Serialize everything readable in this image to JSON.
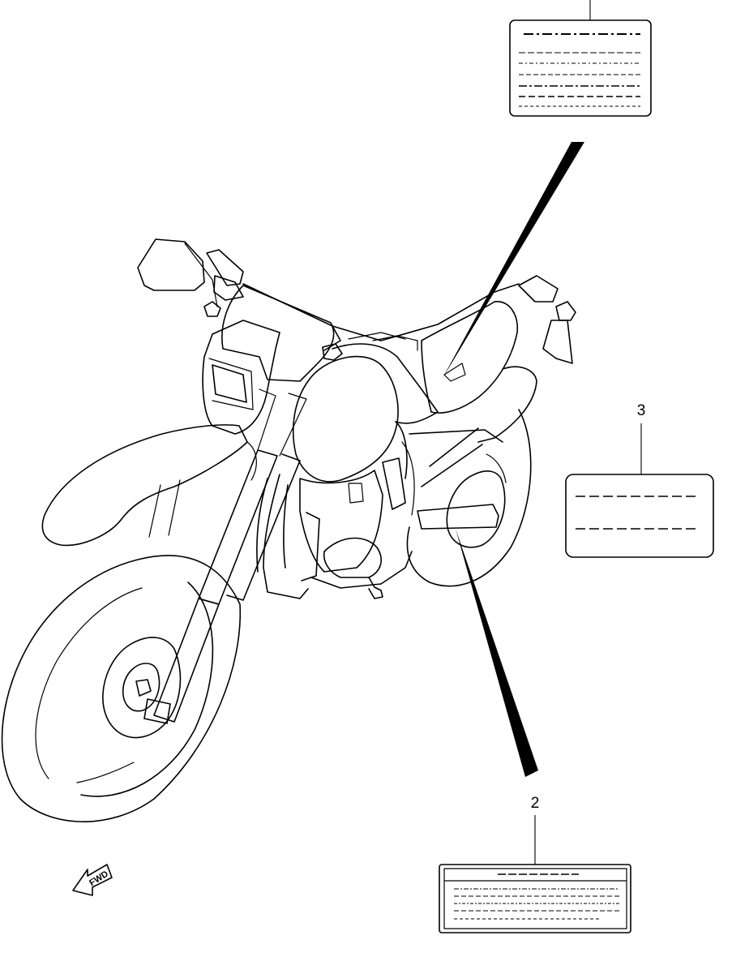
{
  "callouts": [
    {
      "id": "label-1",
      "number": ""
    },
    {
      "id": "label-2",
      "number": "2"
    },
    {
      "id": "label-3",
      "number": "3"
    }
  ],
  "direction_indicator": {
    "label": "FWD"
  }
}
